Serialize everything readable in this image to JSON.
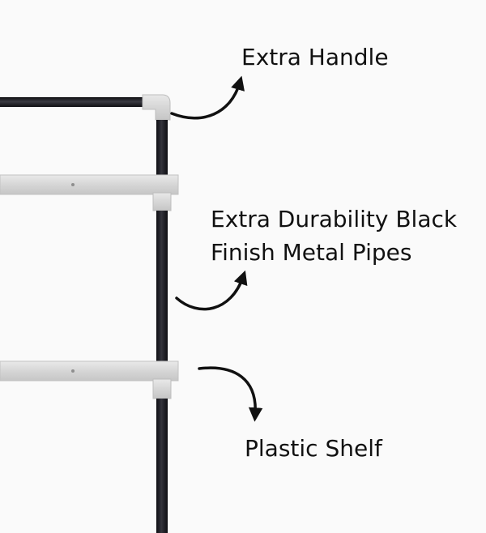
{
  "labels": {
    "handle": "Extra Handle",
    "pipes_line1": "Extra Durability Black",
    "pipes_line2": "Finish Metal Pipes",
    "shelf": "Plastic Shelf"
  },
  "colors": {
    "background": "#fafafa",
    "pipe": "#1c1c22",
    "plastic": "#dcdcdc",
    "plastic_edge": "#c2c2c2",
    "text": "#111111",
    "arrow": "#111111"
  },
  "icons": [
    "curved-arrow-icon",
    "curved-arrow-icon",
    "curved-arrow-icon"
  ]
}
